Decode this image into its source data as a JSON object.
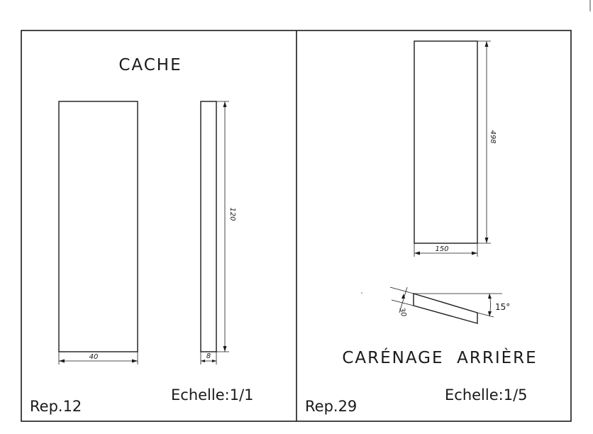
{
  "left_panel": {
    "title": "CACHE",
    "rep": "Rep.12",
    "scale": "Echelle:1/1",
    "dims": {
      "width": "40",
      "height": "120",
      "thickness": "8"
    }
  },
  "right_panel": {
    "title": "CARÉNAGE  ARRIÈRE",
    "rep": "Rep.29",
    "scale": "Echelle:1/5",
    "dims": {
      "height": "498",
      "width": "150",
      "thickness": "30",
      "angle": "15°"
    }
  }
}
